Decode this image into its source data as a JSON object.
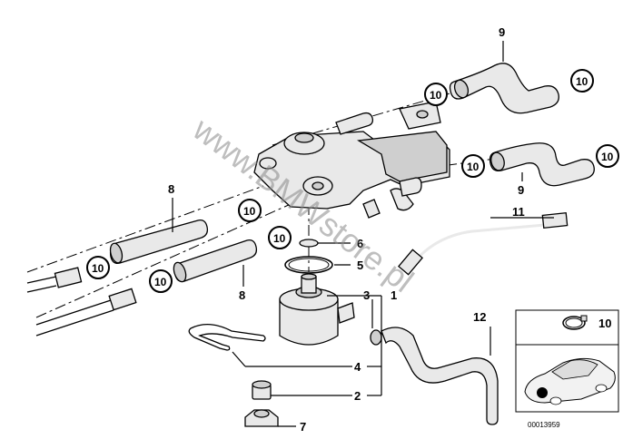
{
  "watermark": "www.BMWstore.pl",
  "part_labels": {
    "p1": "1",
    "p2": "2",
    "p3": "3",
    "p4": "4",
    "p5": "5",
    "p6": "6",
    "p7": "7",
    "p8_top": "8",
    "p8_bottom": "8",
    "p9_top": "9",
    "p9_mid": "9",
    "p11": "11",
    "p12": "12"
  },
  "circled_labels": {
    "c_top_left": "10",
    "c_top_right": "10",
    "c_mid_right_left": "10",
    "c_mid_right_right": "10",
    "c_center_a": "10",
    "c_center_b": "10",
    "c_left_a": "10",
    "c_left_b": "10"
  },
  "inset": {
    "label": "10",
    "diagram_number": "00013959"
  }
}
